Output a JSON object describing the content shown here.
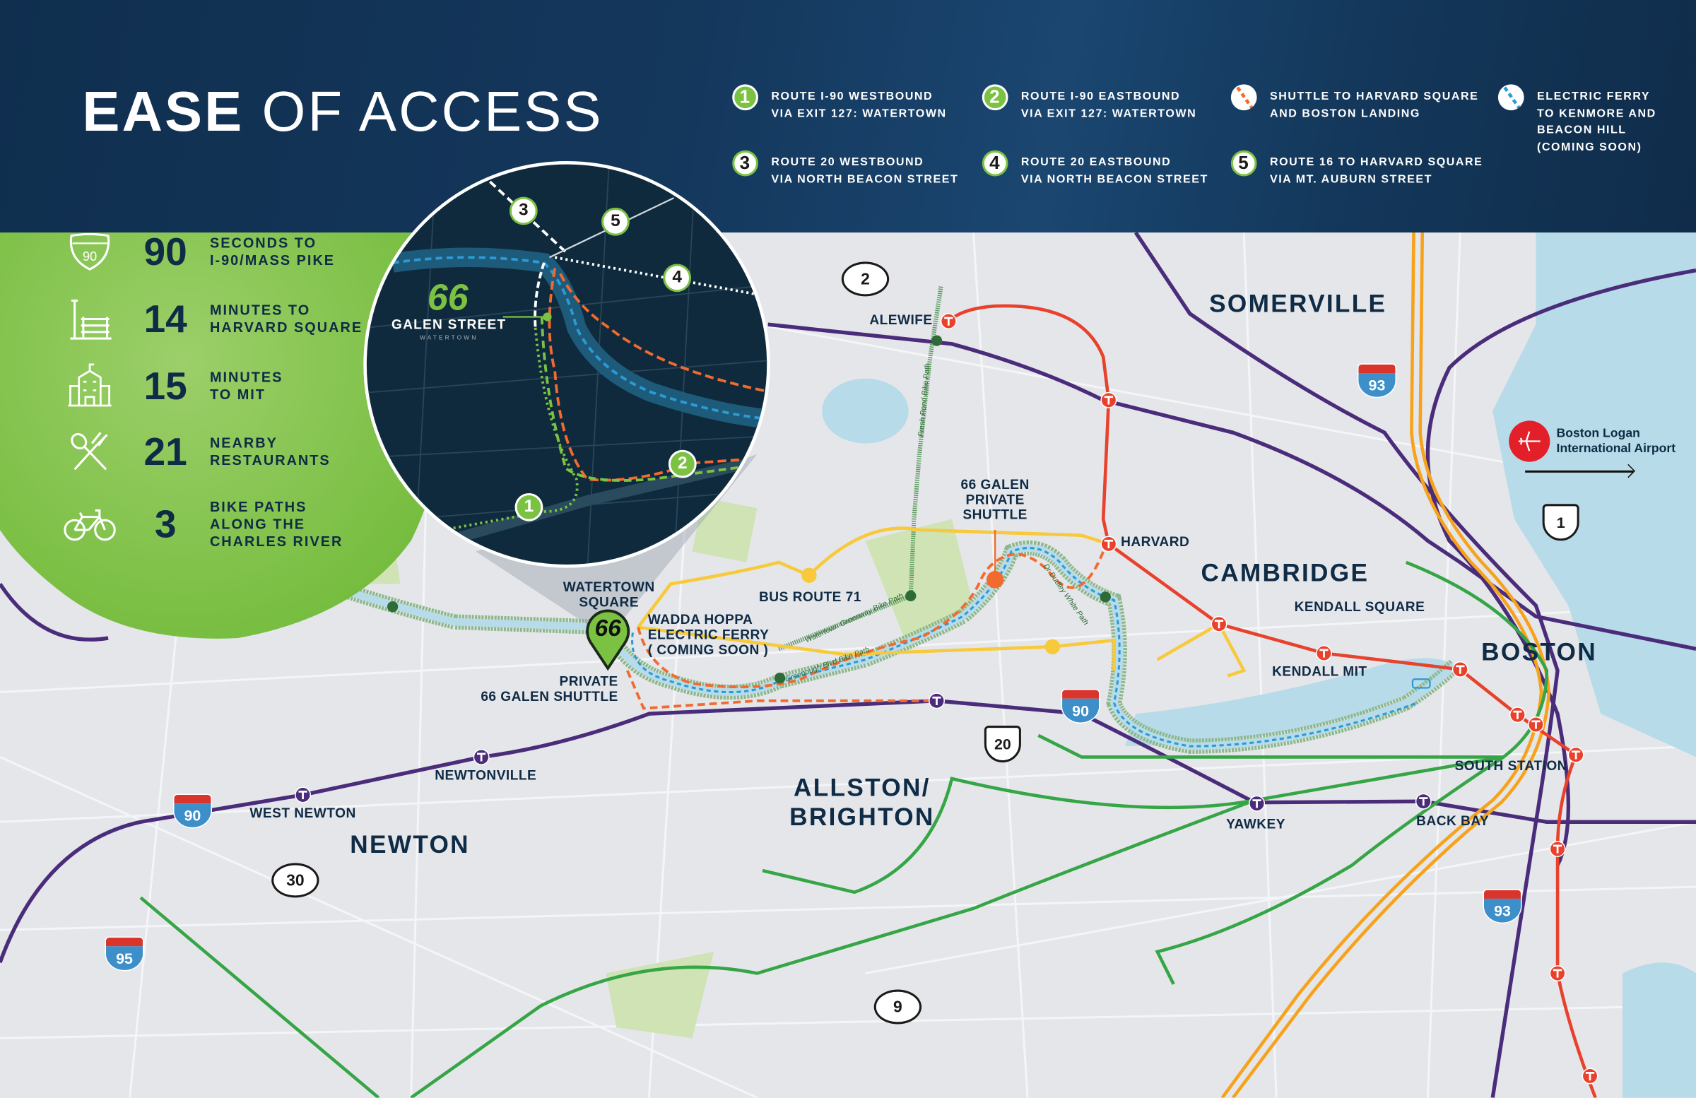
{
  "title": {
    "bold": "EASE",
    "light": "OF ACCESS"
  },
  "colors": {
    "navy": "#102f4f",
    "green": "#7cc242",
    "red_line": "#e8412c",
    "orange_line": "#f7a21b",
    "green_line": "#36a546",
    "purple_line": "#4a2c7a",
    "bus": "#f8c93a",
    "shuttle": "#f26a2e",
    "ferry": "#2b9bd6",
    "map_bg": "#e4e6ea",
    "water": "#b7dbe8"
  },
  "legend": [
    {
      "badge": "1",
      "style": "fill",
      "text": "ROUTE I-90 WESTBOUND\nVIA EXIT 127: WATERTOWN"
    },
    {
      "badge": "2",
      "style": "fill",
      "text": "ROUTE I-90 EASTBOUND\nVIA EXIT 127: WATERTOWN"
    },
    {
      "badge": "",
      "style": "shuttle-line",
      "text": "SHUTTLE TO HARVARD SQUARE\nAND BOSTON LANDING"
    },
    {
      "badge": "",
      "style": "ferry-line",
      "text": "ELECTRIC FERRY\nTO KENMORE AND\nBEACON HILL\n(COMING SOON)"
    },
    {
      "badge": "3",
      "style": "ring",
      "text": "ROUTE 20 WESTBOUND\nVIA NORTH BEACON STREET"
    },
    {
      "badge": "4",
      "style": "ring",
      "text": "ROUTE 20 EASTBOUND\nVIA NORTH BEACON STREET"
    },
    {
      "badge": "5",
      "style": "ring",
      "text": "ROUTE 16 TO HARVARD SQUARE\nVIA MT. AUBURN STREET"
    }
  ],
  "stats": [
    {
      "icon": "interstate-90-icon",
      "shield": "90",
      "number": "90",
      "text": "SECONDS TO\nI-90/MASS PIKE"
    },
    {
      "icon": "park-bench-icon",
      "number": "14",
      "text": "MINUTES TO\nHARVARD SQUARE"
    },
    {
      "icon": "university-building-icon",
      "number": "15",
      "text": "MINUTES\nTO MIT"
    },
    {
      "icon": "fork-spoon-icon",
      "number": "21",
      "text": "NEARBY\nRESTAURANTS"
    },
    {
      "icon": "bicycle-icon",
      "number": "3",
      "text": "BIKE PATHS\nALONG THE\nCHARLES RIVER"
    }
  ],
  "inset": {
    "logo_number": "66",
    "name": "GALEN STREET",
    "sub": "WATERTOWN",
    "markers": [
      "1",
      "2",
      "3",
      "4",
      "5"
    ]
  },
  "cities": {
    "somerville": "SOMERVILLE",
    "cambridge": "CAMBRIDGE",
    "boston": "BOSTON",
    "allston": "ALLSTON/\nBRIGHTON",
    "newton": "NEWTON"
  },
  "stations": {
    "alewife": "ALEWIFE",
    "harvard": "HARVARD",
    "kendall_square": "KENDALL SQUARE",
    "kendall_mit": "KENDALL MIT",
    "south_station": "SOUTH STATION",
    "back_bay": "BACK BAY",
    "yawkey": "YAWKEY",
    "newtonville": "NEWTONVILLE",
    "west_newton": "WEST NEWTON"
  },
  "places": {
    "watertown_square": "WATERTOWN\nSQUARE",
    "bus_route": "BUS ROUTE 71",
    "ferry": "WADDA HOPPA\nELECTRIC FERRY\n( COMING SOON )",
    "private_shuttle": "PRIVATE\n66 GALEN SHUTTLE",
    "galen_shuttle": "66 GALEN\nPRIVATE\nSHUTTLE",
    "pin": "66"
  },
  "bike_paths": {
    "fresh_pond": "Fresh Pond Bike Path",
    "watertown_greenway": "Watertown Greenway Bike Path",
    "greenough": "Greenough Blvd Bike Path",
    "dudley_white": "Dr Dudley White Path"
  },
  "shields": {
    "r2": "2",
    "i93a": "93",
    "us1": "1",
    "i90a": "90",
    "us20": "20",
    "i90b": "90",
    "r30": "30",
    "i95": "95",
    "r9": "9",
    "i93b": "93"
  },
  "airport": {
    "label": "Boston Logan\nInternational Airport"
  }
}
